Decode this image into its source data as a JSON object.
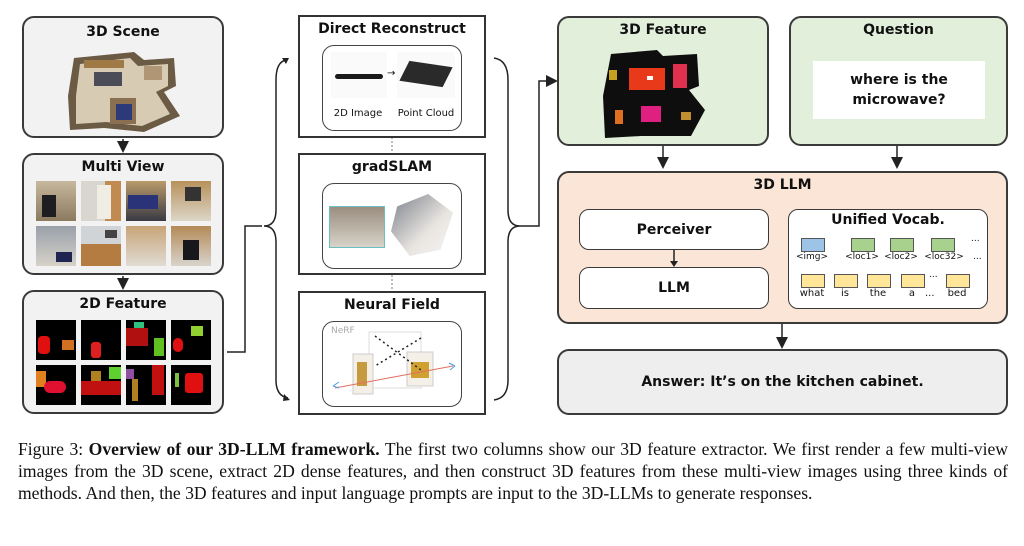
{
  "figure": {
    "column1": {
      "scene": {
        "title": "3D Scene"
      },
      "multi_view": {
        "title": "Multi View",
        "thumbnail_count": 8
      },
      "feature_2d": {
        "title": "2D Feature",
        "thumbnail_count": 8
      }
    },
    "column2": {
      "direct_reconstruct": {
        "title": "Direct Reconstruct",
        "left_label": "2D Image",
        "right_label": "Point Cloud"
      },
      "gradslam": {
        "title": "gradSLAM"
      },
      "neural_field": {
        "title": "Neural Field",
        "watermark": "NeRF"
      }
    },
    "column3": {
      "feature_3d": {
        "title": "3D Feature"
      },
      "question": {
        "title": "Question",
        "text": "where is the microwave?"
      },
      "llm3d": {
        "title": "3D LLM",
        "perceiver": "Perceiver",
        "llm": "LLM",
        "vocab": {
          "title": "Unified Vocab.",
          "row1": [
            {
              "label": "<img>",
              "color": "#9dc3e6"
            },
            {
              "label": "<loc1>",
              "color": "#a9d18e"
            },
            {
              "label": "<loc2>",
              "color": "#a9d18e"
            },
            {
              "label": "<loc32>",
              "color": "#a9d18e"
            }
          ],
          "row1_ellipsis": "...",
          "row2": [
            {
              "label": "what",
              "color": "#ffe699"
            },
            {
              "label": "is",
              "color": "#ffe699"
            },
            {
              "label": "the",
              "color": "#ffe699"
            },
            {
              "label": "a",
              "color": "#ffe699"
            },
            {
              "label": "bed",
              "color": "#ffe699"
            }
          ],
          "row2_ellipsis": "..."
        }
      },
      "answer": {
        "text": "Answer: It’s on the kitchen cabinet."
      }
    },
    "colors": {
      "green_panel": "#e2efda",
      "peach_panel": "#fbe5d6",
      "gray_panel": "#f2f2f2"
    }
  },
  "caption": {
    "label": "Figure 3:",
    "bold": "Overview of our 3D-LLM framework.",
    "text": "The first two columns show our 3D feature extractor. We first render a few multi-view images from the 3D scene, extract 2D dense features, and then construct 3D features from these multi-view images using three kinds of methods. And then, the 3D features and input language prompts are input to the 3D-LLMs to generate responses."
  }
}
